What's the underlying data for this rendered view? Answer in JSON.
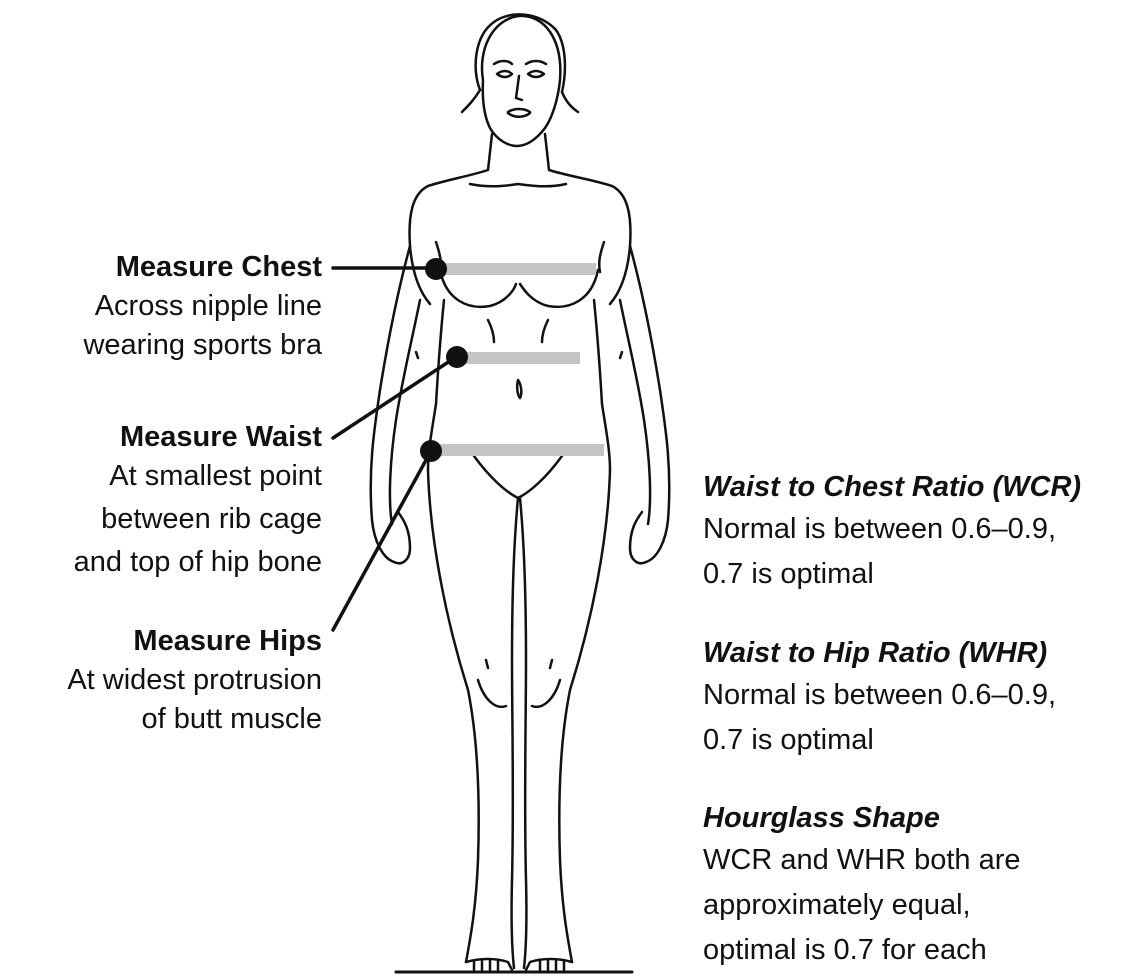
{
  "measurements": [
    {
      "title": "Measure Chest",
      "lines": [
        "Across nipple line",
        "wearing sports bra"
      ]
    },
    {
      "title": "Measure Waist",
      "lines": [
        "At smallest point",
        "between rib cage",
        "and top of hip bone"
      ]
    },
    {
      "title": "Measure Hips",
      "lines": [
        "At widest protrusion",
        "of butt muscle"
      ]
    }
  ],
  "ratios": [
    {
      "title": "Waist to Chest Ratio (WCR)",
      "lines": [
        "Normal is between 0.6–0.9,",
        "0.7 is optimal"
      ]
    },
    {
      "title": "Waist to Hip Ratio (WHR)",
      "lines": [
        "Normal is between 0.6–0.9,",
        "0.7 is optimal"
      ]
    },
    {
      "title": "Hourglass Shape",
      "lines": [
        "WCR and WHR both are",
        "approximately equal,",
        "optimal is 0.7 for each"
      ]
    }
  ],
  "colors": {
    "outline": "#111111",
    "measure_band": "#c4c4c4",
    "background": "#ffffff"
  }
}
